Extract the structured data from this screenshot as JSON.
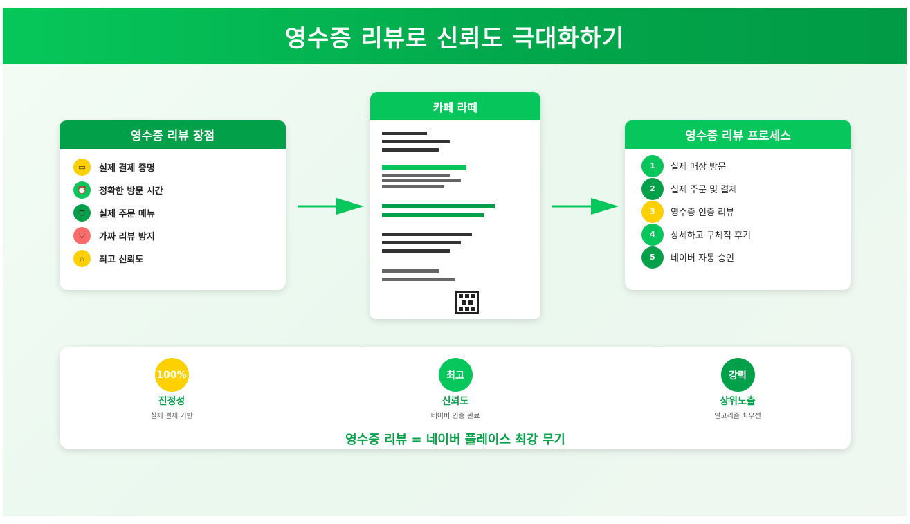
{
  "title": "영수증 리뷰로 신뢰도 극대화하기",
  "advantages": {
    "heading": "영수증 리뷰 장점",
    "items": [
      {
        "icon": "credit-card-icon",
        "glyph": "▭",
        "color": "#ffd000",
        "label": "실제 결제 증명"
      },
      {
        "icon": "alarm-clock-icon",
        "glyph": "⏰",
        "color": "#07c65b",
        "label": "정확한 방문 시간"
      },
      {
        "icon": "menu-icon",
        "glyph": "⊡",
        "color": "#03a04a",
        "label": "실제 주문 메뉴"
      },
      {
        "icon": "shield-icon",
        "glyph": "⛉",
        "color": "#ff6b6b",
        "label": "가짜 리뷰 방지"
      },
      {
        "icon": "star-icon",
        "glyph": "☆",
        "color": "#ffd000",
        "label": "최고 신뢰도"
      }
    ]
  },
  "receipt": {
    "heading": "카페 라떼"
  },
  "process": {
    "heading": "영수증 리뷰 프로세스",
    "steps": [
      {
        "num": "1",
        "color": "#07c65b",
        "label": "실제 매장 방문"
      },
      {
        "num": "2",
        "color": "#03a04a",
        "label": "실제 주문 및 결제"
      },
      {
        "num": "3",
        "color": "#ffd000",
        "label": "영수증 인증 리뷰"
      },
      {
        "num": "4",
        "color": "#07c65b",
        "label": "상세하고 구체적 후기"
      },
      {
        "num": "5",
        "color": "#03a04a",
        "label": "네이버 자동 승인"
      }
    ]
  },
  "stats": [
    {
      "badge": "100%",
      "color": "#ffd000",
      "title": "진정성",
      "desc": "실제 결제 기반"
    },
    {
      "badge": "최고",
      "color": "#07c65b",
      "title": "신뢰도",
      "desc": "네이버 인증 완료"
    },
    {
      "badge": "강력",
      "color": "#03a04a",
      "title": "상위노출",
      "desc": "알고리즘 최우선"
    }
  ],
  "summary": "영수증 리뷰 = 네이버 플레이스 최강 무기",
  "colors": {
    "primary": "#07c65b",
    "dark": "#03a04a",
    "yellow": "#ffd000",
    "red": "#ff6b6b"
  }
}
